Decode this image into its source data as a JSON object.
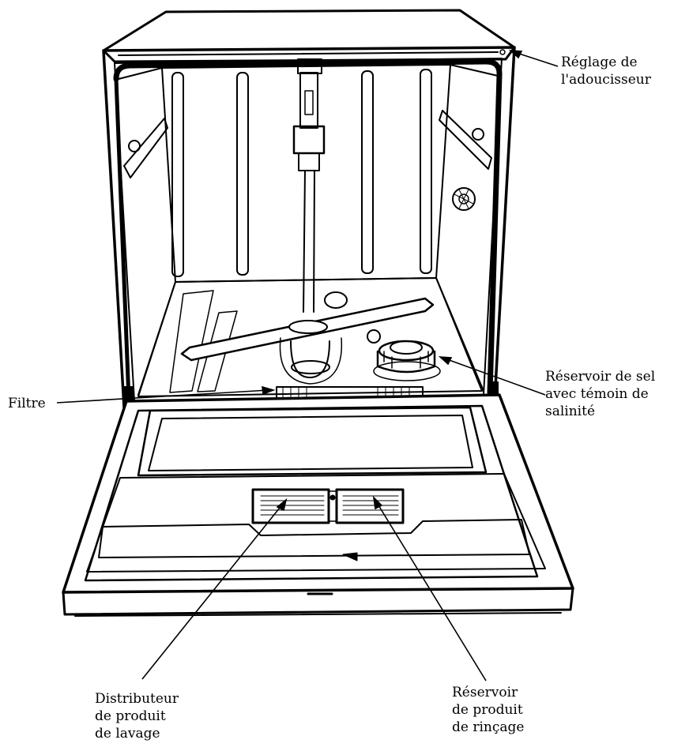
{
  "labels": {
    "softener": [
      "Réglage de",
      "l'adoucisseur"
    ],
    "salt": [
      "Réservoir de sel",
      "avec témoin de",
      "salinité"
    ],
    "filter": [
      "Filtre"
    ],
    "detergent": [
      "Distributeur",
      "de produit",
      "de lavage"
    ],
    "rinse": [
      "Réservoir",
      "de produit",
      "de rinçage"
    ]
  },
  "colors": {
    "ink": "#000000",
    "paper": "#ffffff"
  }
}
